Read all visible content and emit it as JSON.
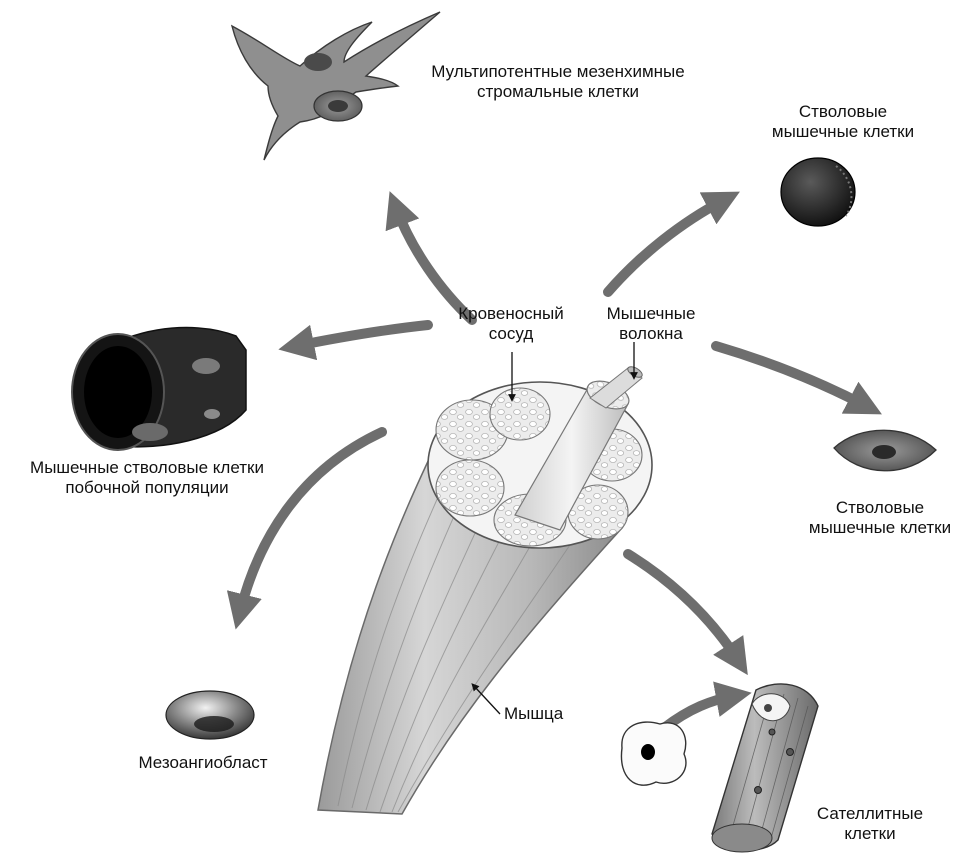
{
  "labels": {
    "msc": [
      "Мультипотентные мезенхимные",
      "стромальные клетки"
    ],
    "stem_top": [
      "Стволовые",
      "мышечные клетки"
    ],
    "blood_vessel": [
      "Кровеносный",
      "сосуд"
    ],
    "muscle_fibers": [
      "Мышечные",
      "волокна"
    ],
    "side_population": [
      "Мышечные стволовые клетки",
      "побочной популяции"
    ],
    "stem_right": [
      "Стволовые",
      "мышечные клетки"
    ],
    "muscle": "Мышца",
    "mesoangioblast": "Мезоангиобласт",
    "satellite": [
      "Сателлитные",
      "клетки"
    ]
  },
  "colors": {
    "arrow": "#6e6e6e",
    "text": "#111111",
    "muscle_light": "#dcdcdc",
    "muscle_dark": "#8a8a8a",
    "fascicle": "#ececec",
    "dark_cell": "#1c1c1c"
  }
}
